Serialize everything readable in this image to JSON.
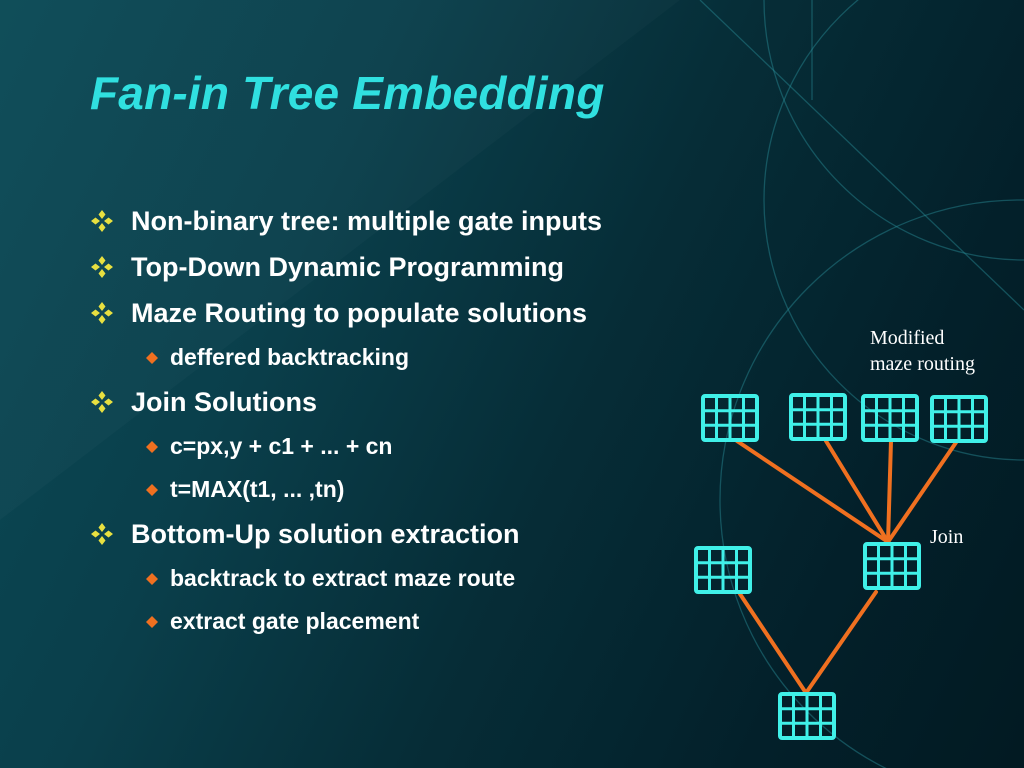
{
  "slide": {
    "title": "Fan-in Tree Embedding",
    "bullets": [
      {
        "level": 1,
        "text": "Non-binary tree: multiple gate inputs"
      },
      {
        "level": 1,
        "text": "Top-Down Dynamic Programming"
      },
      {
        "level": 1,
        "text": "Maze Routing to populate solutions"
      },
      {
        "level": 2,
        "text": "deffered backtracking"
      },
      {
        "level": 1,
        "text": "Join Solutions"
      },
      {
        "level": 2,
        "text": "c=px,y + c1 + ... + cn"
      },
      {
        "level": 2,
        "text": "t=MAX(t1, ... ,tn)"
      },
      {
        "level": 1,
        "text": "Bottom-Up solution extraction"
      },
      {
        "level": 2,
        "text": "backtrack to extract maze route"
      },
      {
        "level": 2,
        "text": "extract gate placement"
      }
    ]
  },
  "diagram": {
    "label_modified": [
      "Modified",
      "maze routing"
    ],
    "label_join": "Join"
  },
  "colors": {
    "title": "#30e0e0",
    "grid": "#40f0e8",
    "edge": "#f07020",
    "bullet_l1": "#e8e040",
    "bullet_l2": "#f07020"
  }
}
